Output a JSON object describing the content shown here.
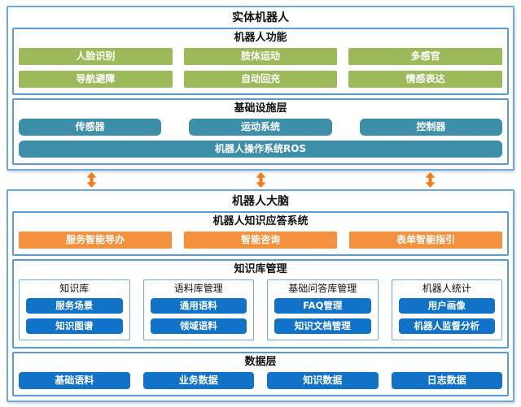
{
  "physical_robot": {
    "title": "实体机器人",
    "functions": {
      "title": "机器人功能",
      "items": [
        "人脸识别",
        "肢体运动",
        "多感官",
        "导航避障",
        "自动回充",
        "情感表达"
      ]
    },
    "infrastructure": {
      "title": "基础设施层",
      "items": [
        "传感器",
        "运动系统",
        "控制器"
      ],
      "os_bar": "机器人操作系统ROS"
    }
  },
  "connector": {
    "arrow_count": 3,
    "arrow_color": "#F07B17"
  },
  "robot_brain": {
    "title": "机器人大脑",
    "qa_system": {
      "title": "机器人知识应答系统",
      "items": [
        "服务智能导办",
        "智能咨询",
        "表单智能指引"
      ]
    },
    "knowledge_management": {
      "title": "知识库管理",
      "groups": [
        {
          "title": "知识库",
          "items": [
            "服务场景",
            "知识图谱"
          ]
        },
        {
          "title": "语料库管理",
          "items": [
            "通用语料",
            "领域语料"
          ]
        },
        {
          "title": "基础问答库管理",
          "items": [
            "FAQ管理",
            "知识文档管理"
          ]
        },
        {
          "title": "机器人统计",
          "items": [
            "用户画像",
            "机器人监督分析"
          ]
        }
      ]
    },
    "data_layer": {
      "title": "数据层",
      "items": [
        "基础语料",
        "业务数据",
        "知识数据",
        "日志数据"
      ]
    }
  },
  "colors": {
    "green_node": "#9CBA5A",
    "teal_node": "#3D8EA9",
    "orange_node": "#F5913D",
    "blue_node": "#1173C8",
    "border_blue": "#6FA8DC",
    "arrow_orange": "#F07B17"
  }
}
